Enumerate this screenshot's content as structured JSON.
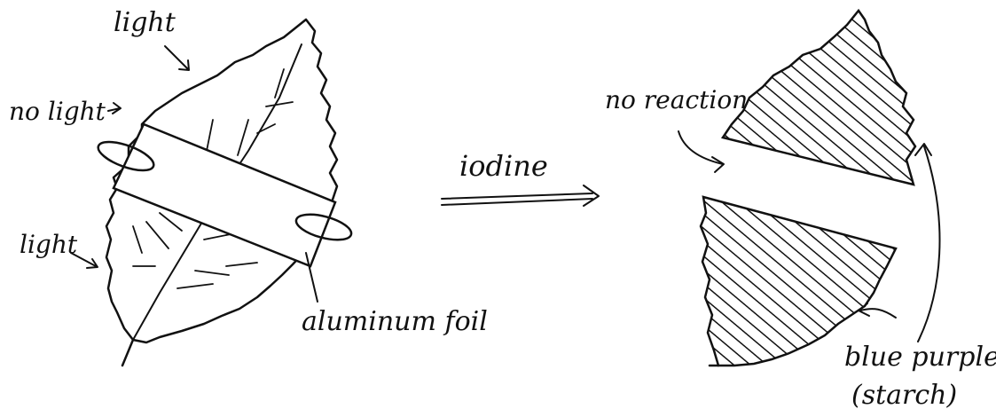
{
  "labels": {
    "light_top": "light",
    "no_light": "no light",
    "light_left": "light",
    "aluminum_foil": "aluminum foil",
    "iodine": "iodine",
    "no_reaction": "no reaction",
    "blue_purple": "blue purple",
    "starch": "(starch)"
  },
  "colors": {
    "ink": "#111111",
    "background": "#ffffff"
  }
}
